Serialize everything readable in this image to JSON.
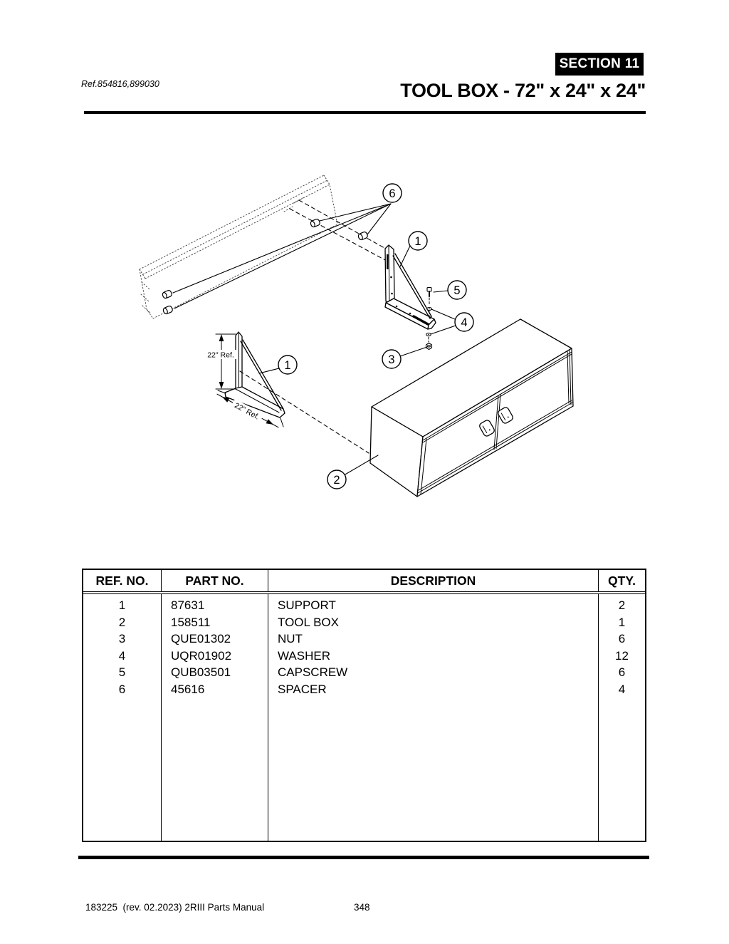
{
  "header": {
    "ref_text": "Ref.854816,899030",
    "section_badge": "SECTION 11",
    "title": "TOOL BOX - 72\" x 24\" x 24\""
  },
  "diagram": {
    "callouts": {
      "c6": "6",
      "c1_right": "1",
      "c5": "5",
      "c4": "4",
      "c3": "3",
      "c1_left": "1",
      "c2": "2"
    },
    "dim_vertical": "22\" Ref.",
    "dim_bottom": "22\" Ref."
  },
  "table": {
    "columns": [
      "REF. NO.",
      "PART NO.",
      "DESCRIPTION",
      "QTY."
    ],
    "rows": [
      {
        "ref": "1",
        "part": "87631",
        "desc": "SUPPORT",
        "qty": "2"
      },
      {
        "ref": "2",
        "part": "158511",
        "desc": "TOOL BOX",
        "qty": "1"
      },
      {
        "ref": "3",
        "part": "QUE01302",
        "desc": "NUT",
        "qty": "6"
      },
      {
        "ref": "4",
        "part": "UQR01902",
        "desc": "WASHER",
        "qty": "12"
      },
      {
        "ref": "5",
        "part": "QUB03501",
        "desc": "CAPSCREW",
        "qty": "6"
      },
      {
        "ref": "6",
        "part": "45616",
        "desc": "SPACER",
        "qty": "4"
      }
    ]
  },
  "footer": {
    "left_text": "183225  (rev. 02.2023) 2RIII Parts Manual",
    "page_number": "348"
  }
}
